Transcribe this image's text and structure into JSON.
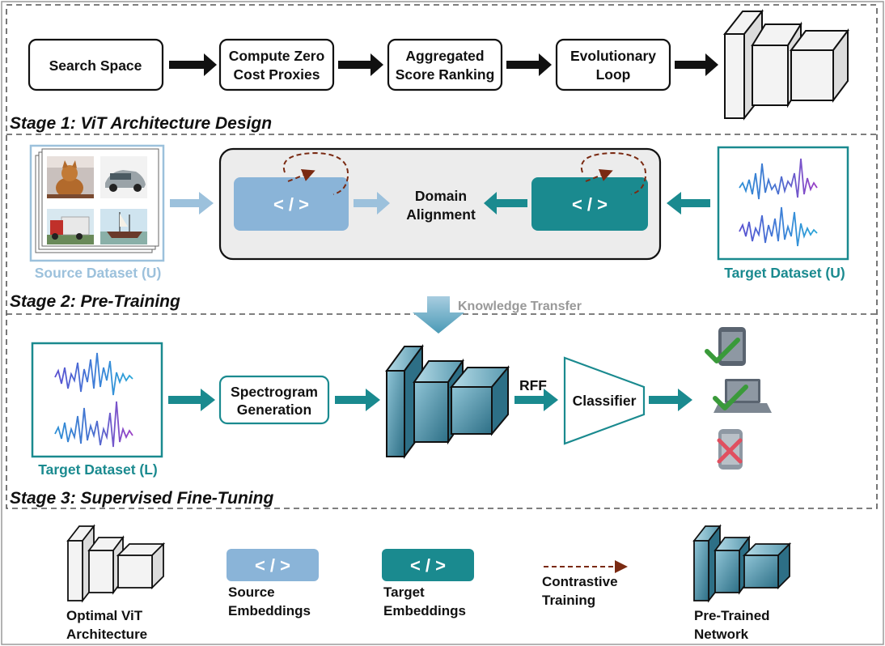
{
  "stage1": {
    "title": "Stage 1: ViT Architecture Design",
    "steps": [
      {
        "lines": [
          "Search Space"
        ]
      },
      {
        "lines": [
          "Compute Zero",
          "Cost Proxies"
        ]
      },
      {
        "lines": [
          "Aggregated",
          "Score Ranking"
        ]
      },
      {
        "lines": [
          "Evolutionary",
          "Loop"
        ]
      }
    ]
  },
  "stage2": {
    "title": "Stage 2: Pre-Training",
    "source_label": "Source Dataset (U)",
    "target_label": "Target Dataset (U)",
    "domain_alignment": [
      "Domain",
      "Alignment"
    ],
    "code_symbol": "< / >",
    "knowledge_transfer": "Knowledge Transfer"
  },
  "stage3": {
    "title": "Stage 3: Supervised Fine-Tuning",
    "target_label": "Target Dataset (L)",
    "spectrogram": [
      "Spectrogram",
      "Generation"
    ],
    "rff": "RFF",
    "classifier": "Classifier"
  },
  "legend": {
    "optimal_vit": [
      "Optimal ViT",
      "Architecture"
    ],
    "source_embeddings": [
      "Source",
      "Embeddings"
    ],
    "target_embeddings": [
      "Target",
      "Embeddings"
    ],
    "contrastive": [
      "Contrastive",
      "Training"
    ],
    "pretrained": [
      "Pre-Trained",
      "Network"
    ],
    "code_symbol": "< / >"
  },
  "colors": {
    "teal": "#1a8a8f",
    "light_blue": "#8ab4d8",
    "contrastive_arrow": "#7a2a12",
    "gray_panel": "#ececec",
    "check_green": "#3a9a3a",
    "cross_red": "#e05060"
  }
}
